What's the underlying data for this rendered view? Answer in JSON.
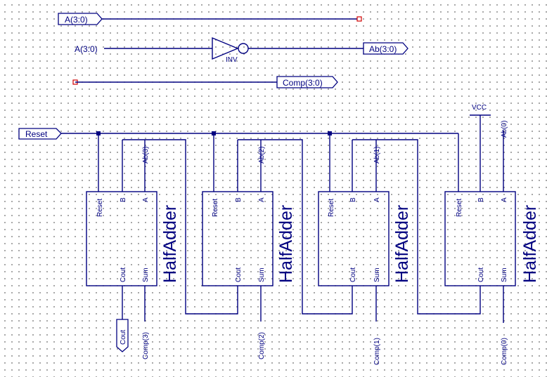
{
  "nets": {
    "a_bus": "A(3:0)",
    "a_in": "A(3:0)",
    "ab_bus": "Ab(3:0)",
    "comp_bus": "Comp(3:0)",
    "reset": "Reset",
    "vcc": "VCC",
    "cout": "Cout"
  },
  "inverter": {
    "label": "INV"
  },
  "half_adders": [
    {
      "title": "HalfAdder",
      "pin_reset": "Reset",
      "pin_b": "B",
      "pin_a": "A",
      "pin_cout": "Cout",
      "pin_sum": "Sum",
      "a_net": "Ab(3)",
      "sum_net": "Comp(3)"
    },
    {
      "title": "HalfAdder",
      "pin_reset": "Reset",
      "pin_b": "B",
      "pin_a": "A",
      "pin_cout": "Cout",
      "pin_sum": "Sum",
      "a_net": "Ab(2)",
      "sum_net": "Comp(2)"
    },
    {
      "title": "HalfAdder",
      "pin_reset": "Reset",
      "pin_b": "B",
      "pin_a": "A",
      "pin_cout": "Cout",
      "pin_sum": "Sum",
      "a_net": "Ab(1)",
      "sum_net": "Comp(1)"
    },
    {
      "title": "HalfAdder",
      "pin_reset": "Reset",
      "pin_b": "B",
      "pin_a": "A",
      "pin_cout": "Cout",
      "pin_sum": "Sum",
      "a_net": "Ab(0)",
      "sum_net": "Comp(0)"
    }
  ]
}
